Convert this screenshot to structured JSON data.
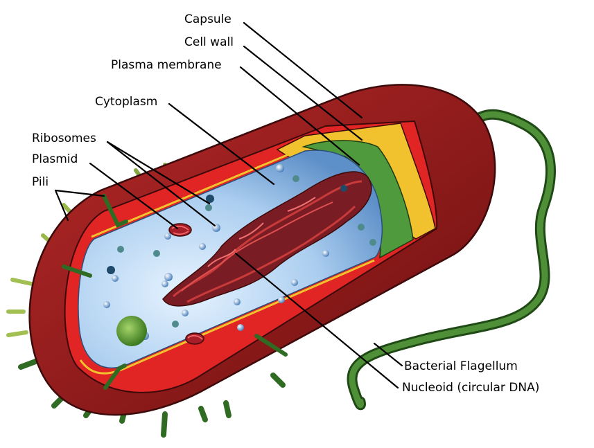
{
  "labels": {
    "capsule": "Capsule",
    "cell_wall": "Cell wall",
    "plasma_membrane": "Plasma membrane",
    "cytoplasm": "Cytoplasm",
    "ribosomes": "Ribosomes",
    "plasmid": "Plasmid",
    "pili": "Pili",
    "flagellum": "Bacterial Flagellum",
    "nucleoid": "Nucleoid (circular DNA)"
  },
  "colors": {
    "capsule_dark": "#7a1414",
    "capsule": "#b02222",
    "cell_wall": "#e32626",
    "plasma_membrane_yellow": "#f2c12e",
    "membrane_green": "#4f9a3c",
    "cytoplasm": "#a9cdee",
    "nucleoid": "#a8242c",
    "pili": "#2f6b22",
    "flagellum": "#3c7a2c"
  }
}
